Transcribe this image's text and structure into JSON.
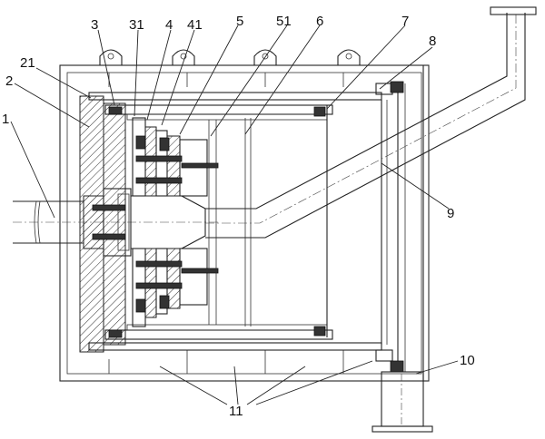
{
  "figure": {
    "labels": [
      {
        "id": "1",
        "text": "1"
      },
      {
        "id": "2",
        "text": "2"
      },
      {
        "id": "21",
        "text": "21"
      },
      {
        "id": "3",
        "text": "3"
      },
      {
        "id": "31",
        "text": "31"
      },
      {
        "id": "4",
        "text": "4"
      },
      {
        "id": "41",
        "text": "41"
      },
      {
        "id": "5",
        "text": "5"
      },
      {
        "id": "51",
        "text": "51"
      },
      {
        "id": "6",
        "text": "6"
      },
      {
        "id": "7",
        "text": "7"
      },
      {
        "id": "8",
        "text": "8"
      },
      {
        "id": "9",
        "text": "9"
      },
      {
        "id": "10",
        "text": "10"
      },
      {
        "id": "11",
        "text": "11"
      }
    ]
  }
}
